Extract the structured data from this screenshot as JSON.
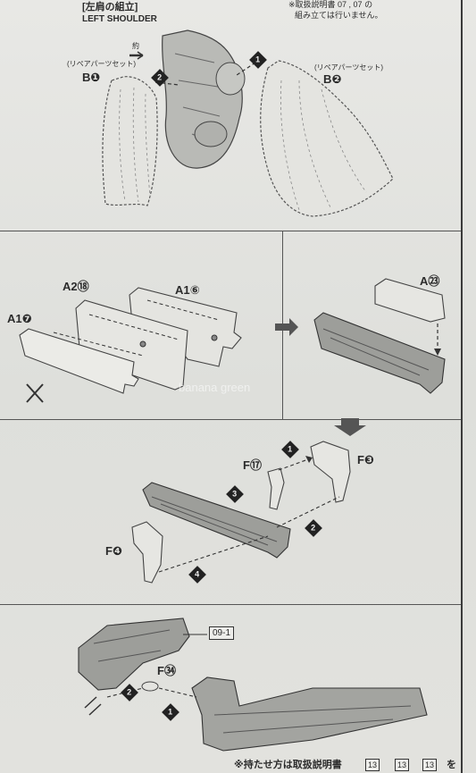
{
  "header": {
    "title_jp": "[左肩の組立]",
    "title_en": "LEFT SHOULDER",
    "note_line1": "※取扱説明書 07 , 07 の",
    "note_line2": "組み立ては行いません。"
  },
  "section1": {
    "repair_left": "(リペアパーツセット)",
    "repair_right": "(リペアパーツセット)",
    "part_left": "B❶",
    "part_right": "B❷",
    "step1": "1",
    "step2": "2",
    "arrow_mark": "約"
  },
  "section2": {
    "labels": [
      "A2⑱",
      "A1⑥",
      "A1❼",
      "A㉓"
    ]
  },
  "section3": {
    "labels": [
      "F⑰",
      "F❸",
      "F❹"
    ],
    "steps": [
      "1",
      "2",
      "3",
      "4"
    ]
  },
  "section4": {
    "ref_tag": "09-1",
    "label": "F㉞",
    "steps": [
      "1",
      "2"
    ]
  },
  "watermark": "banana green",
  "footer": {
    "text": "※持たせ方は取扱説明書",
    "refs": [
      "13",
      "13",
      "13"
    ],
    "suffix": "を"
  }
}
